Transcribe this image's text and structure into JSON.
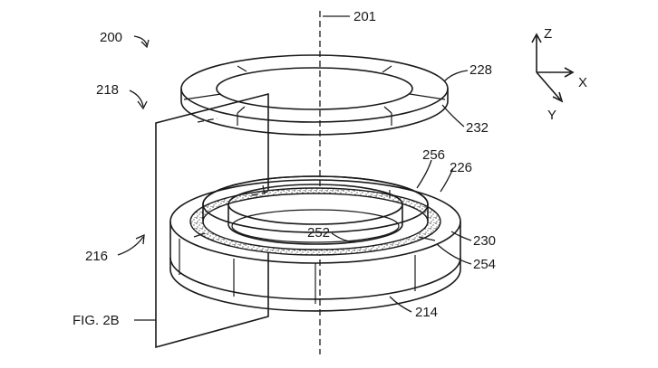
{
  "figure": {
    "title": "FIG. 2B",
    "labels": {
      "ref_200": "200",
      "ref_201": "201",
      "ref_218": "218",
      "ref_216": "216",
      "ref_228": "228",
      "ref_232": "232",
      "ref_256": "256",
      "ref_226": "226",
      "ref_252": "252",
      "ref_230": "230",
      "ref_254": "254",
      "ref_214": "214"
    },
    "axes": {
      "z": "Z",
      "x": "X",
      "y": "Y"
    }
  }
}
